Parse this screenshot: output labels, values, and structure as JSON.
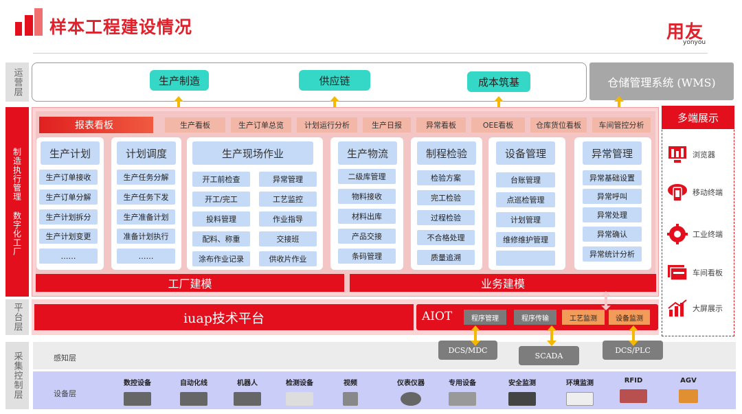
{
  "header": {
    "title": "样本工程建设情况",
    "brand": "用友",
    "brand_sub": "yonyou"
  },
  "sides": {
    "ops": "运营层",
    "mes": "制造执行管理 数字化工厂",
    "platform": "平台层",
    "collect": "采集控制层"
  },
  "ops": {
    "items": [
      "生产制造",
      "供应链",
      "成本筑基"
    ],
    "wms": "仓储管理系统 (WMS)"
  },
  "reports": {
    "label": "报表看板",
    "tabs": [
      "生产看板",
      "生产订单总览",
      "计划运行分析",
      "生产日报",
      "异常看板",
      "OEE看板",
      "仓库货位看板",
      "车间管控分析"
    ]
  },
  "columns": [
    {
      "title": "生产计划",
      "items": [
        "生产订单接收",
        "生产订单分解",
        "生产计划拆分",
        "生产计划变更",
        "……"
      ]
    },
    {
      "title": "计划调度",
      "items": [
        "生产任务分解",
        "生产任务下发",
        "生产准备计划",
        "准备计划执行",
        "……"
      ]
    },
    {
      "title": "生产现场作业",
      "left": [
        "开工前检查",
        "开工/完工",
        "投料管理",
        "配料、称重",
        "涂布作业记录"
      ],
      "right": [
        "异常管理",
        "工艺监控",
        "作业指导",
        "交接班",
        "供收片作业"
      ]
    },
    {
      "title": "生产物流",
      "items": [
        "二级库管理",
        "物料接收",
        "材料出库",
        "产品交接",
        "条码管理"
      ]
    },
    {
      "title": "制程检验",
      "items": [
        "检验方案",
        "完工检验",
        "过程检验",
        "不合格处理",
        "质量追溯"
      ]
    },
    {
      "title": "设备管理",
      "items": [
        "台账管理",
        "点巡检管理",
        "计划管理",
        "维修维护管理",
        ""
      ]
    },
    {
      "title": "异常管理",
      "items": [
        "异常基础设置",
        "异常呼叫",
        "异常处理",
        "异常确认",
        "异常统计分析"
      ]
    }
  ],
  "modeling": {
    "factory": "工厂建模",
    "business": "业务建模"
  },
  "multi": {
    "title": "多端展示",
    "items": [
      "浏览器",
      "移动终端",
      "工业终端",
      "车间看板",
      "大屏展示"
    ]
  },
  "platform": {
    "iuap": "iuap技术平台",
    "aiot": "AIOT",
    "aiot_items": [
      "程序管理",
      "程序传输",
      "工艺监测",
      "设备监测"
    ]
  },
  "collect": {
    "sense_label": "感知层",
    "gateways": [
      "DCS/MDC",
      "SCADA",
      "DCS/PLC"
    ],
    "device_label": "设备层",
    "devices": [
      "数控设备",
      "自动化线",
      "机器人",
      "检测设备",
      "视频",
      "仪表仪器",
      "专用设备",
      "安全监测",
      "环境监测",
      "RFID",
      "AGV"
    ]
  },
  "colors": {
    "red": "#e30f1c",
    "teal": "#35d8c6",
    "blue_cell": "#c5daf6",
    "arrow": "#f5b800"
  }
}
